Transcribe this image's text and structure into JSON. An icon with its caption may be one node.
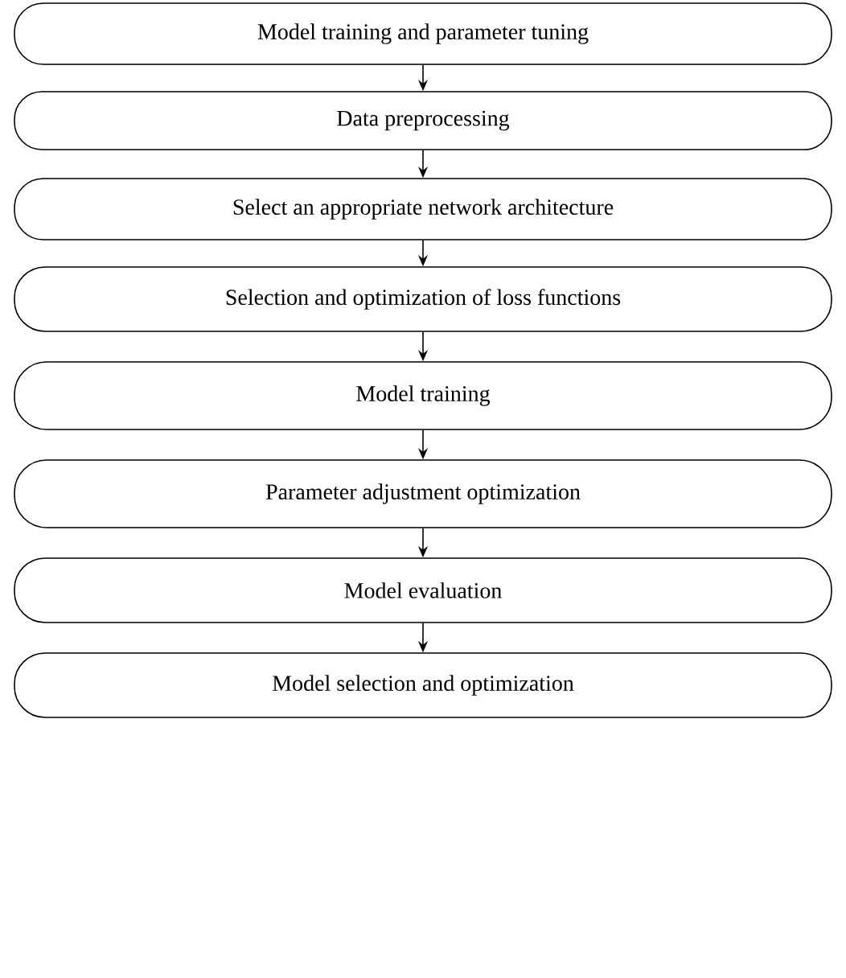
{
  "diagram": {
    "nodes": [
      {
        "text": [
          "Model training and parameter tuning"
        ]
      },
      {
        "text": [
          "Data preprocessing"
        ]
      },
      {
        "text": [
          "Select an appropriate network architecture"
        ]
      },
      {
        "text": [
          "Selection and optimization of loss functions"
        ]
      },
      {
        "text": [
          "Model training"
        ]
      },
      {
        "text": [
          "Parameter adjustment optimization"
        ]
      },
      {
        "text": [
          "Model evaluation"
        ]
      },
      {
        "text": [
          "Model selection and optimization"
        ]
      }
    ],
    "edges": [
      {
        "from": 0,
        "to": 1,
        "arrow": "to"
      },
      {
        "from": 1,
        "to": 2,
        "arrow": "to"
      },
      {
        "from": 2,
        "to": 3,
        "arrow": "to"
      },
      {
        "from": 3,
        "to": 4,
        "arrow": "to"
      },
      {
        "from": 4,
        "to": 5,
        "arrow": "to"
      },
      {
        "from": 5,
        "to": 6,
        "arrow": "to"
      },
      {
        "from": 6,
        "to": 7,
        "arrow": "to"
      }
    ]
  }
}
